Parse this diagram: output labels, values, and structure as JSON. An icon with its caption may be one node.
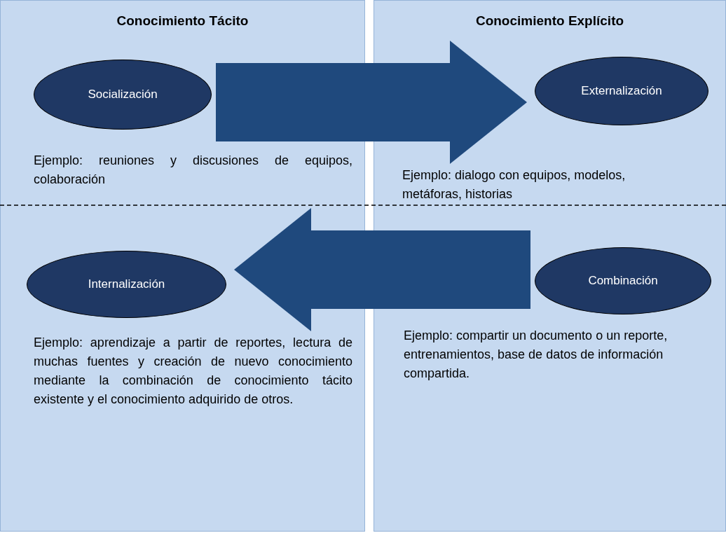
{
  "diagram": {
    "nodes": [
      {
        "text": [
          "Conocimiento Tácito"
        ]
      },
      {
        "text": [
          "Conocimiento Explícito"
        ]
      },
      {
        "text": [
          "Socialización"
        ],
        "in": 0,
        "beside": [
          "Ejemplo: reuniones y discusiones de equipos, colaboración"
        ]
      },
      {
        "text": [
          "Externalización"
        ],
        "in": 1,
        "beside": [
          "Ejemplo: dialogo con equipos, modelos, metáforas, historias"
        ]
      },
      {
        "text": [
          "Internalización"
        ],
        "in": 0,
        "beside": [
          "Ejemplo: aprendizaje a partir de reportes, lectura de muchas fuentes y creación de nuevo conocimiento mediante la combinación de conocimiento tácito existente y el conocimiento adquirido de otros."
        ]
      },
      {
        "text": [
          "Combinación"
        ],
        "in": 1,
        "beside": [
          "Ejemplo: compartir un documento o un reporte, entrenamientos, base de datos de información compartida."
        ]
      }
    ],
    "edges": [
      {
        "from": 2,
        "to": 3,
        "arrow": "to"
      },
      {
        "from": 5,
        "to": 4,
        "arrow": "to"
      }
    ]
  }
}
